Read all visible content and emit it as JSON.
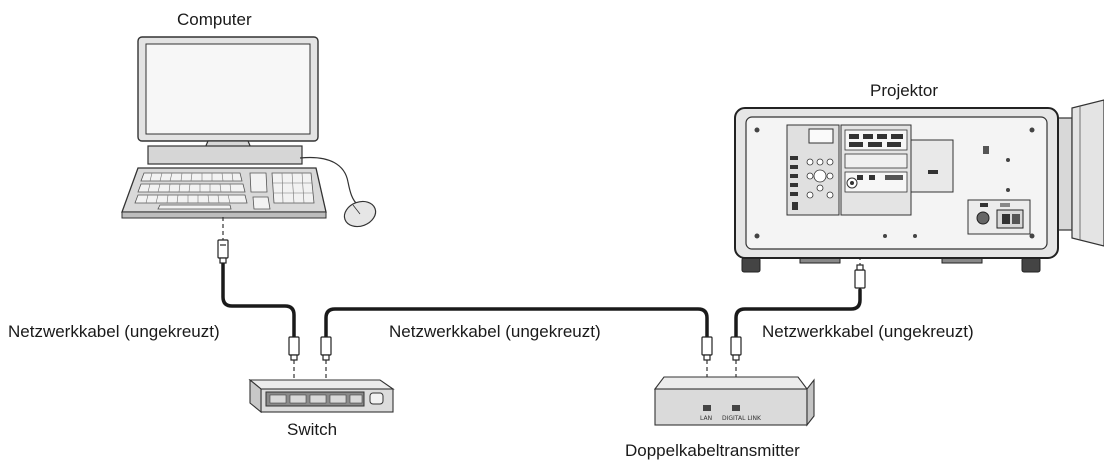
{
  "devices": {
    "computer": "Computer",
    "projector": "Projektor",
    "switch": "Switch",
    "transmitter": "Doppelkabeltransmitter"
  },
  "cables": {
    "left": "Netzwerkkabel (ungekreuzt)",
    "middle": "Netzwerkkabel (ungekreuzt)",
    "right": "Netzwerkkabel (ungekreuzt)"
  },
  "ports": {
    "lan": "LAN",
    "digital_link": "DIGITAL LINK"
  }
}
